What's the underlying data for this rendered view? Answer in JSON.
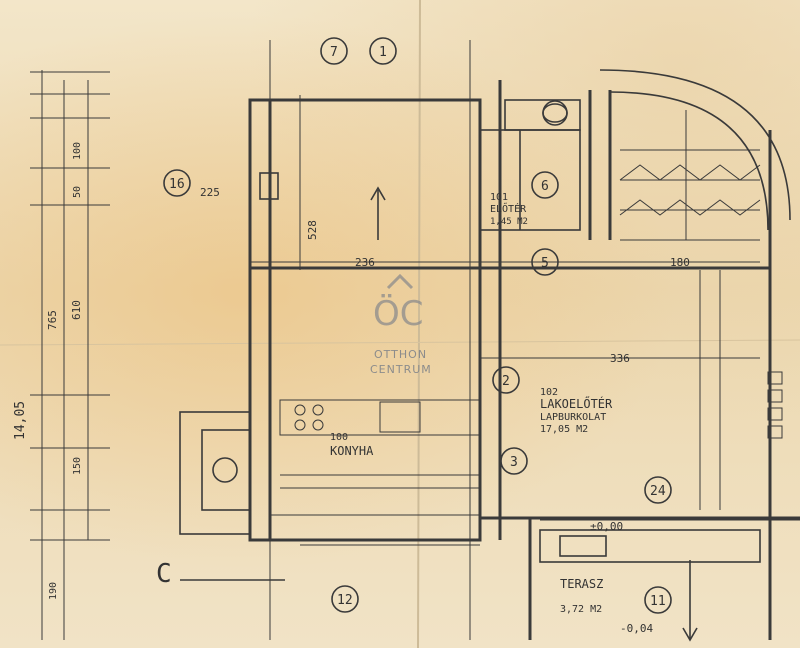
{
  "plan": {
    "room_kitchen": {
      "num": "100",
      "name": "KONYHA"
    },
    "room_lobby": {
      "num": "102",
      "name": "LAKOELŐTÉR",
      "floor": "LAPBURKOLAT",
      "area": "17,05 M2"
    },
    "room_terrace": {
      "name": "TERASZ",
      "area": "3,72 M2"
    },
    "room_bath": {
      "num": "101",
      "name": "ELŐTÉR",
      "area": "1,45 M2"
    },
    "section_mark": "C",
    "dim_total": "14,05",
    "dim_height": "610",
    "dim_width": "236",
    "dim_336": "336",
    "dim_180": "180",
    "dim_225": "225",
    "dim_528": "528",
    "level_neg": "-0,04",
    "level_zero": "±0,00",
    "grid_labels": [
      "7",
      "1",
      "2",
      "3",
      "5",
      "6",
      "11",
      "12",
      "16",
      "24"
    ]
  },
  "watermark": {
    "line1": "OTTHON",
    "line2": "CENTRUM"
  },
  "colors": {
    "ink": "#3a3a3a",
    "paper": "#efe2c4",
    "stain": "#e8bb78"
  }
}
